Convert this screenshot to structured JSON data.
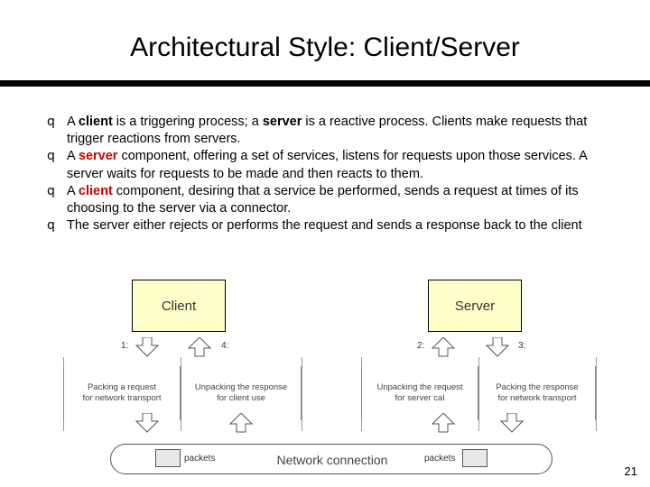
{
  "slide": {
    "title": "Architectural Style: Client/Server",
    "number": "21",
    "bullets": [
      {
        "marker": "q",
        "parts": [
          {
            "text": "A ",
            "style": "normal"
          },
          {
            "text": "client",
            "style": "bold"
          },
          {
            "text": " is a triggering process; a ",
            "style": "normal"
          },
          {
            "text": "server",
            "style": "bold"
          },
          {
            "text": " is a reactive process. Clients make requests that trigger reactions from servers.",
            "style": "normal"
          }
        ]
      },
      {
        "marker": "q",
        "parts": [
          {
            "text": "A ",
            "style": "normal"
          },
          {
            "text": "server",
            "style": "red"
          },
          {
            "text": " component, offering a set of services, listens for requests upon those services. A server waits for requests to be made and then reacts to them.",
            "style": "normal"
          }
        ]
      },
      {
        "marker": "q",
        "parts": [
          {
            "text": "A ",
            "style": "normal"
          },
          {
            "text": "client",
            "style": "red"
          },
          {
            "text": " component, desiring that a service be performed, sends a request at times of its choosing to the server via a connector.",
            "style": "normal"
          }
        ]
      },
      {
        "marker": "q",
        "parts": [
          {
            "text": "The server either rejects or performs the request and sends a response back to the client",
            "style": "normal"
          }
        ]
      }
    ],
    "diagram": {
      "client_box": "Client",
      "server_box": "Server",
      "steps": [
        {
          "label": "1:"
        },
        {
          "label": "4:"
        },
        {
          "label": "2:"
        },
        {
          "label": "3:"
        }
      ],
      "notes": [
        {
          "line1": "Packing a request",
          "line2": "for network transport"
        },
        {
          "line1": "Unpacking the response",
          "line2": "for client use"
        },
        {
          "line1": "Unpacking the request",
          "line2": "for server cal"
        },
        {
          "line1": "Packing the response",
          "line2": "for network transport"
        }
      ],
      "network_label": "Network connection",
      "packet_left_label": "packets",
      "packet_right_label": "packets"
    }
  },
  "colors": {
    "box_fill": "#ffffcc",
    "rule": "#000000",
    "accent_red": "#cc0000",
    "note_border": "#888888"
  }
}
